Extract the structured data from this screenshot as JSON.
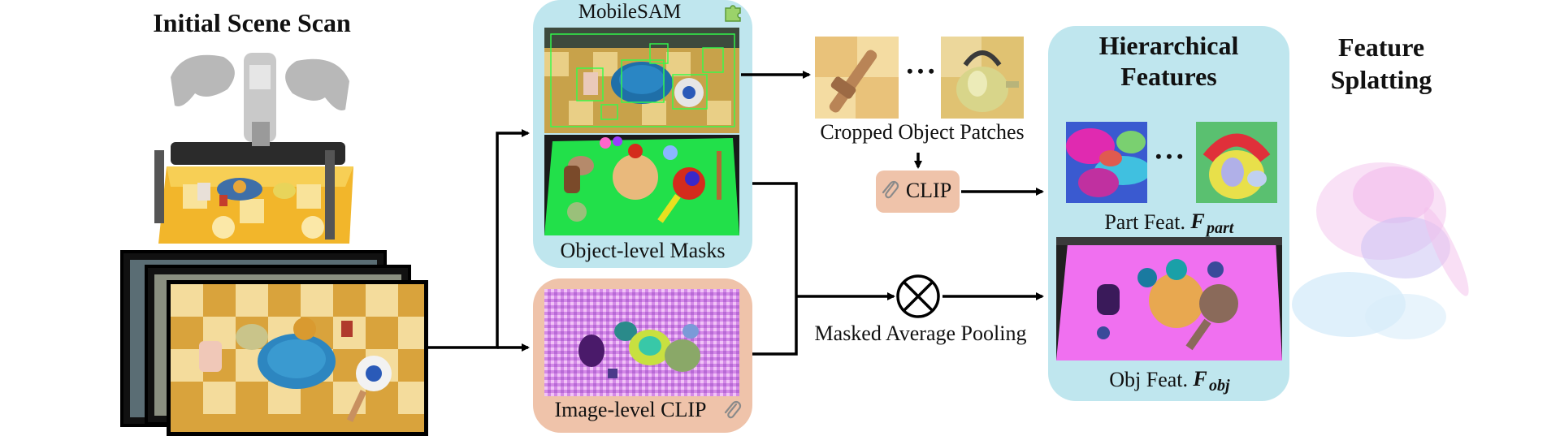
{
  "diagram": {
    "initial_scan_title": "Initial Scene Scan",
    "mobilesam_title": "MobileSAM",
    "object_masks_label": "Object-level Masks",
    "image_clip_label": "Image-level CLIP",
    "cropped_patches_label": "Cropped Object Patches",
    "ellipsis": "• • •",
    "clip_box_label": "CLIP",
    "masked_pooling_label": "Masked Average Pooling",
    "hierarchical_title_line1": "Hierarchical",
    "hierarchical_title_line2": "Features",
    "part_feat_prefix": "Part Feat.",
    "part_feat_symbol": "F",
    "part_feat_sub": "part",
    "obj_feat_prefix": "Obj Feat.",
    "obj_feat_symbol": "F",
    "obj_feat_sub": "obj",
    "splatting_title_line1": "Feature",
    "splatting_title_line2": "Splatting"
  },
  "icons": [
    "puzzle-icon",
    "paperclip-icon",
    "multiply-circle-icon"
  ],
  "colors": {
    "panel_blue": "#bfe6ee",
    "panel_peach": "#efc3aa",
    "mask_green": "#22e04a",
    "obj_feat_magenta": "#f070f0"
  }
}
